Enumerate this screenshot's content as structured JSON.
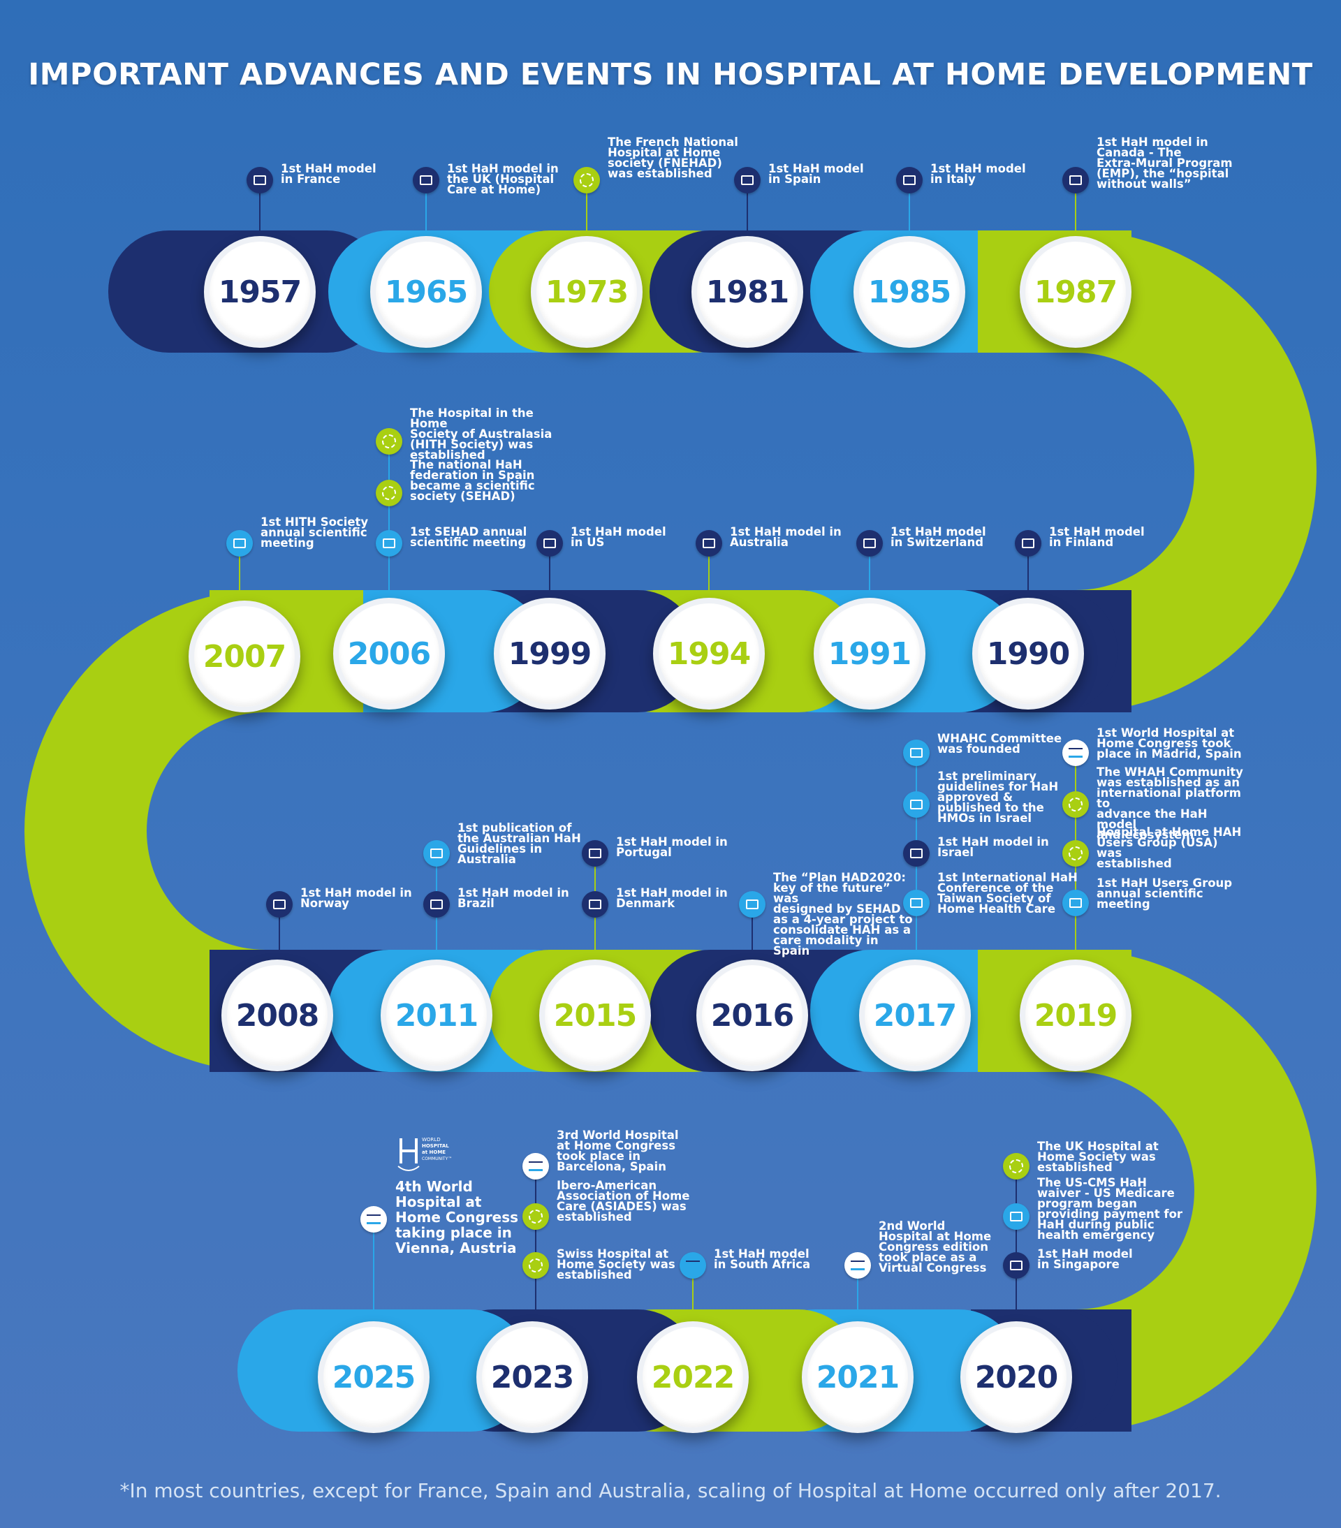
{
  "title": "IMPORTANT ADVANCES AND EVENTS IN HOSPITAL AT HOME DEVELOPMENT",
  "footnote": "*In most countries, except for France, Spain and Australia, scaling of Hospital at Home occurred only after 2017.",
  "colors": {
    "navy": "#1d2f6f",
    "sky": "#2aa7e8",
    "lime": "#a9cf12",
    "background": "#2f6eb8"
  },
  "years": [
    {
      "label": "1957",
      "color": "navy"
    },
    {
      "label": "1965",
      "color": "sky"
    },
    {
      "label": "1973",
      "color": "lime"
    },
    {
      "label": "1981",
      "color": "navy"
    },
    {
      "label": "1985",
      "color": "sky"
    },
    {
      "label": "1987",
      "color": "lime"
    },
    {
      "label": "1990",
      "color": "navy"
    },
    {
      "label": "1991",
      "color": "sky"
    },
    {
      "label": "1994",
      "color": "lime"
    },
    {
      "label": "1999",
      "color": "navy"
    },
    {
      "label": "2006",
      "color": "sky"
    },
    {
      "label": "2007",
      "color": "lime"
    },
    {
      "label": "2008",
      "color": "navy"
    },
    {
      "label": "2011",
      "color": "sky"
    },
    {
      "label": "2015",
      "color": "lime"
    },
    {
      "label": "2016",
      "color": "navy"
    },
    {
      "label": "2017",
      "color": "sky"
    },
    {
      "label": "2019",
      "color": "lime"
    },
    {
      "label": "2020",
      "color": "navy"
    },
    {
      "label": "2021",
      "color": "sky"
    },
    {
      "label": "2022",
      "color": "lime"
    },
    {
      "label": "2023",
      "color": "navy"
    },
    {
      "label": "2025",
      "color": "sky"
    }
  ],
  "events": [
    {
      "year": "1957",
      "icon": "flag-icon",
      "color": "navy",
      "text": "1st HaH model\nin France"
    },
    {
      "year": "1965",
      "icon": "flag-icon",
      "color": "navy",
      "text": "1st HaH model in\nthe UK (Hospital\nCare at Home)"
    },
    {
      "year": "1973",
      "icon": "gear-icon",
      "color": "lime",
      "text": "The French National\nHospital at Home\nsociety (FNEHAD)\nwas established"
    },
    {
      "year": "1981",
      "icon": "flag-icon",
      "color": "navy",
      "text": "1st HaH model\nin Spain"
    },
    {
      "year": "1985",
      "icon": "flag-icon",
      "color": "navy",
      "text": "1st HaH model\nin Italy"
    },
    {
      "year": "1987",
      "icon": "flag-icon",
      "color": "navy",
      "text": "1st  HaH model in\nCanada - The\nExtra-Mural Program\n(EMP), the “hospital\nwithout walls”"
    },
    {
      "year": "2006",
      "icon": "gear-icon",
      "color": "lime",
      "text": "The Hospital in the Home\nSociety of Australasia\n(HITH Society) was\nestablished"
    },
    {
      "year": "2006",
      "icon": "gear-icon",
      "color": "lime",
      "text": "The national HaH\nfederation in Spain\nbecame a scientific\nsociety (SEHAD)"
    },
    {
      "year": "2007",
      "icon": "screen-icon",
      "color": "sky",
      "text": "1st HITH Society\nannual scientific\nmeeting"
    },
    {
      "year": "2006",
      "icon": "screen-icon",
      "color": "sky",
      "text": "1st SEHAD annual\nscientific meeting"
    },
    {
      "year": "1999",
      "icon": "flag-icon",
      "color": "navy",
      "text": "1st HaH model\nin US"
    },
    {
      "year": "1994",
      "icon": "flag-icon",
      "color": "navy",
      "text": "1st HaH model in\nAustralia"
    },
    {
      "year": "1991",
      "icon": "flag-icon",
      "color": "navy",
      "text": "1st HaH model\nin Switzerland"
    },
    {
      "year": "1990",
      "icon": "flag-icon",
      "color": "navy",
      "text": "1st HaH model\nin Finland"
    },
    {
      "year": "2017",
      "icon": "screen-icon",
      "color": "sky",
      "text": "WHAHC Committee\nwas founded"
    },
    {
      "year": "2017",
      "icon": "screen-icon",
      "color": "sky",
      "text": "1st preliminary\nguidelines for HaH\napproved &\npublished to the\nHMOs in Israel"
    },
    {
      "year": "2017",
      "icon": "flag-icon",
      "color": "navy",
      "text": "1st HaH model in\nIsrael"
    },
    {
      "year": "2017",
      "icon": "screen-icon",
      "color": "sky",
      "text": "1st International HaH\nConference of the\nTaiwan Society of\nHome Health Care"
    },
    {
      "year": "2019",
      "icon": "logo-icon",
      "color": "white",
      "text": "1st World Hospital at\nHome Congress took\nplace in Madrid, Spain"
    },
    {
      "year": "2019",
      "icon": "gear-icon",
      "color": "lime",
      "text": "The WHAH Community\nwas established as an\ninternational platform to\nadvance the HaH model\nand ecosystem"
    },
    {
      "year": "2019",
      "icon": "gear-icon",
      "color": "lime",
      "text": "Hospital at Home HAH\nUsers Group (USA) was\nestablished"
    },
    {
      "year": "2019",
      "icon": "screen-icon",
      "color": "sky",
      "text": "1st HaH Users Group\nannual scientific\nmeeting"
    },
    {
      "year": "2008",
      "icon": "flag-icon",
      "color": "navy",
      "text": "1st HaH model in\nNorway"
    },
    {
      "year": "2011",
      "icon": "screen-icon",
      "color": "sky",
      "text": "1st publication of\nthe Australian HaH\nGuidelines in\nAustralia"
    },
    {
      "year": "2011",
      "icon": "flag-icon",
      "color": "navy",
      "text": "1st HaH model in\nBrazil"
    },
    {
      "year": "2015",
      "icon": "flag-icon",
      "color": "navy",
      "text": "1st HaH model in\nPortugal"
    },
    {
      "year": "2015",
      "icon": "flag-icon",
      "color": "navy",
      "text": "1st HaH model in\nDenmark"
    },
    {
      "year": "2016",
      "icon": "screen-icon",
      "color": "sky",
      "text": "The “Plan HAD2020:\nkey of the future” was\ndesigned by SEHAD\nas a 4-year project to\nconsolidate HAH as a\ncare modality in Spain"
    },
    {
      "year": "2023",
      "icon": "logo-icon",
      "color": "white",
      "text": "3rd World Hospital\nat Home Congress\ntook place in\nBarcelona, Spain"
    },
    {
      "year": "2023",
      "icon": "gear-icon",
      "color": "lime",
      "text": "Ibero-American\nAssociation of Home\nCare (ASIADES) was\nestablished"
    },
    {
      "year": "2023",
      "icon": "gear-icon",
      "color": "lime",
      "text": "Swiss Hospital at\nHome Society was\nestablished"
    },
    {
      "year": "2022",
      "icon": "logo-icon",
      "color": "sky",
      "text": "1st HaH model\nin South Africa"
    },
    {
      "year": "2021",
      "icon": "logo-icon",
      "color": "white",
      "text": "2nd World\nHospital at Home\nCongress edition\ntook place as a\nVirtual Congress"
    },
    {
      "year": "2020",
      "icon": "gear-icon",
      "color": "lime",
      "text": "The UK Hospital at\nHome Society was\nestablished"
    },
    {
      "year": "2020",
      "icon": "screen-icon",
      "color": "sky",
      "text": "The US-CMS HaH\nwaiver - US Medicare\nprogram began\nproviding payment for\nHaH during public\nhealth emergency"
    },
    {
      "year": "2020",
      "icon": "flag-icon",
      "color": "navy",
      "text": "1st HaH model\nin Singapore"
    },
    {
      "year": "2025",
      "icon": "logo-icon",
      "color": "white",
      "text": ""
    }
  ],
  "final_event": {
    "year": "2025",
    "logo_text": [
      "WORLD",
      "HOSPITAL",
      "at HOME",
      "COMMUNITY™"
    ],
    "text": "4th World\nHospital at\nHome Congress\ntaking place in\nVienna, Austria"
  }
}
